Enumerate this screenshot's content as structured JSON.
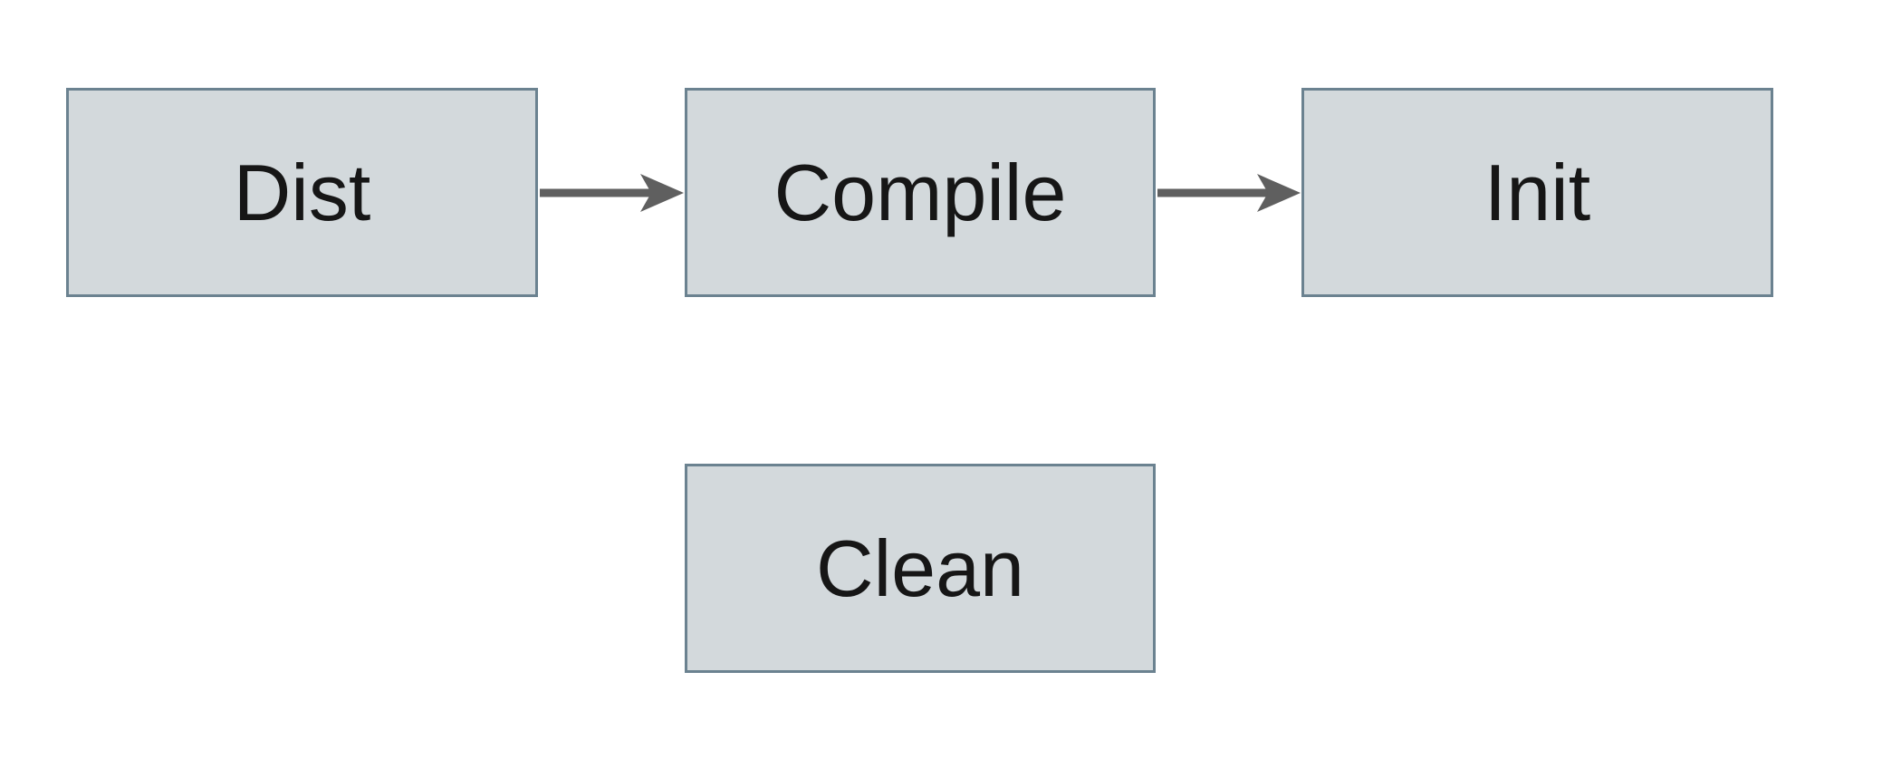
{
  "diagram": {
    "type": "flowchart",
    "colors": {
      "background": "#ffffff",
      "node_fill": "#d3d9dc",
      "node_border": "#6b8290",
      "arrow": "#5f5f5f",
      "text": "#161616"
    },
    "nodes": [
      {
        "id": "dist",
        "label": "Dist"
      },
      {
        "id": "compile",
        "label": "Compile"
      },
      {
        "id": "init",
        "label": "Init"
      },
      {
        "id": "clean",
        "label": "Clean"
      }
    ],
    "edges": [
      {
        "from": "dist",
        "to": "compile",
        "style": "arrow"
      },
      {
        "from": "compile",
        "to": "init",
        "style": "arrow"
      }
    ]
  }
}
